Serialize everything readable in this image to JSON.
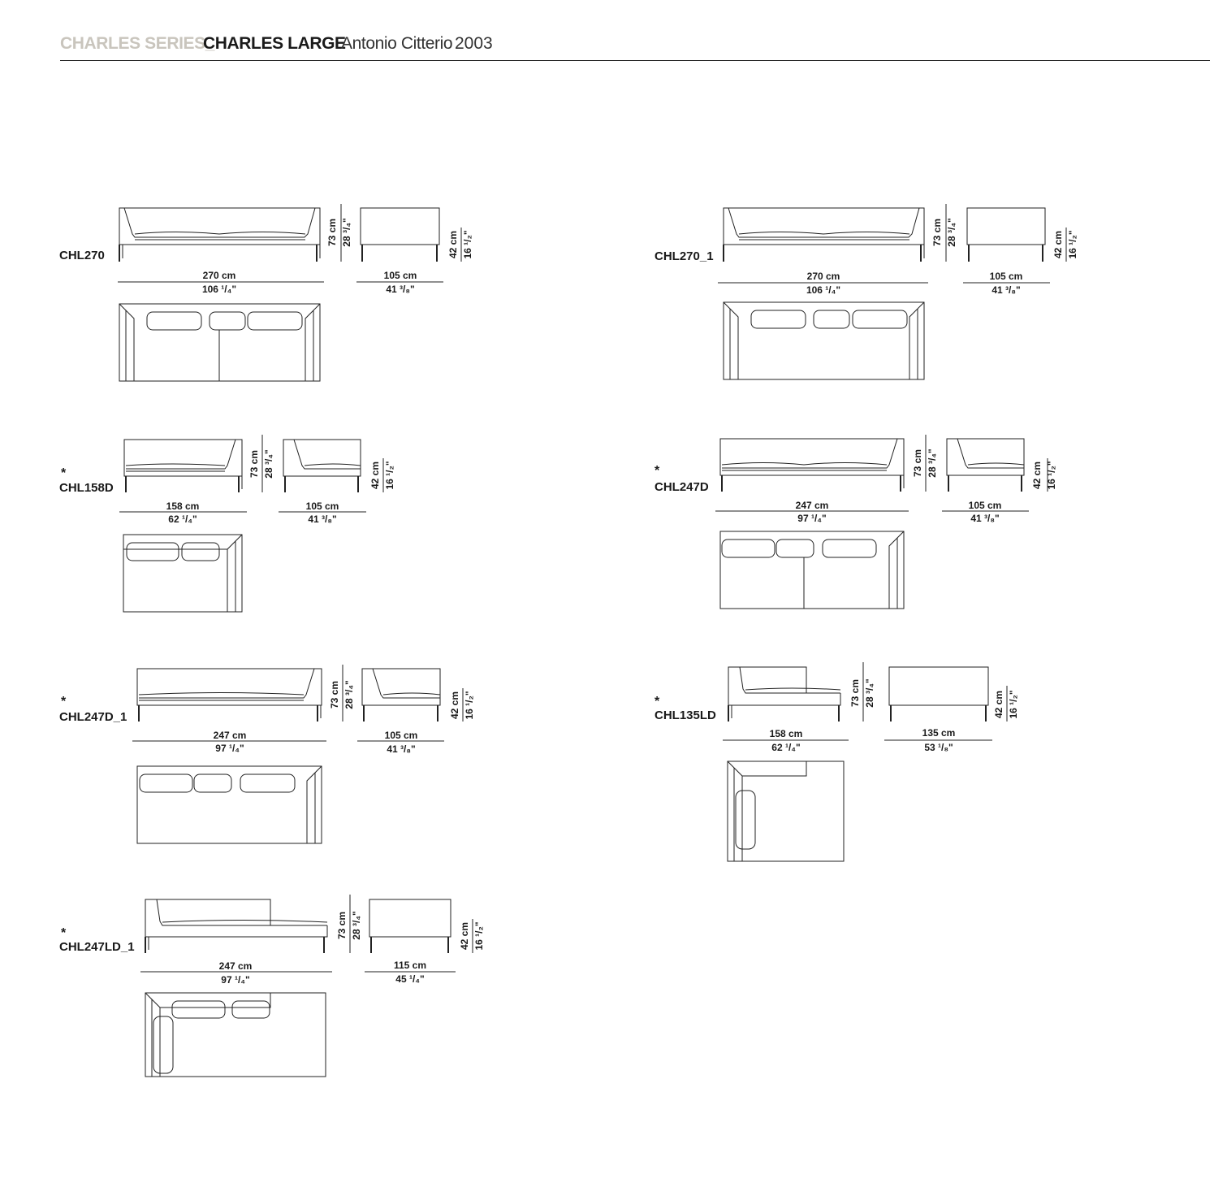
{
  "header": {
    "series": "CHARLES SERIES_",
    "model": "CHARLES LARGE",
    "designer": "Antonio Citterio",
    "year": "2003"
  },
  "colors": {
    "series_text": "#c9c5bd",
    "line": "#222222"
  },
  "models": [
    {
      "code": "CHL270",
      "star": "",
      "height": {
        "cm": "73 cm",
        "in": "28 ³/₄\""
      },
      "seat": {
        "cm": "42 cm",
        "in": "16 ¹/₂\""
      },
      "width": {
        "cm": "270 cm",
        "in": "106 ¹/₄\""
      },
      "depth": {
        "cm": "105 cm",
        "in": "41 ³/₈\""
      }
    },
    {
      "code": "CHL270_1",
      "star": "",
      "height": {
        "cm": "73 cm",
        "in": "28 ³/₄\""
      },
      "seat": {
        "cm": "42 cm",
        "in": "16 ¹/₂\""
      },
      "width": {
        "cm": "270 cm",
        "in": "106 ¹/₄\""
      },
      "depth": {
        "cm": "105 cm",
        "in": "41 ³/₈\""
      }
    },
    {
      "code": "CHL158D",
      "star": "*",
      "height": {
        "cm": "73 cm",
        "in": "28 ³/₄\""
      },
      "seat": {
        "cm": "42 cm",
        "in": "16 ¹/₂\""
      },
      "width": {
        "cm": "158 cm",
        "in": "62 ¹/₄\""
      },
      "depth": {
        "cm": "105 cm",
        "in": "41 ³/₈\""
      }
    },
    {
      "code": "CHL247D",
      "star": "*",
      "height": {
        "cm": "73 cm",
        "in": "28 ³/₄\""
      },
      "seat": {
        "cm": "42 cm",
        "in": "16 ¹/₂\""
      },
      "width": {
        "cm": "247 cm",
        "in": "97 ¹/₄\""
      },
      "depth": {
        "cm": "105 cm",
        "in": "41 ³/₈\""
      }
    },
    {
      "code": "CHL247D_1",
      "star": "*",
      "height": {
        "cm": "73 cm",
        "in": "28 ³/₄\""
      },
      "seat": {
        "cm": "42 cm",
        "in": "16 ¹/₂\""
      },
      "width": {
        "cm": "247 cm",
        "in": "97 ¹/₄\""
      },
      "depth": {
        "cm": "105 cm",
        "in": "41 ³/₈\""
      }
    },
    {
      "code": "CHL135LD",
      "star": "*",
      "height": {
        "cm": "73 cm",
        "in": "28 ³/₄\""
      },
      "seat": {
        "cm": "42 cm",
        "in": "16 ¹/₂\""
      },
      "width": {
        "cm": "158 cm",
        "in": "62 ¹/₄\""
      },
      "depth": {
        "cm": "135 cm",
        "in": "53 ¹/₈\""
      }
    },
    {
      "code": "CHL247LD_1",
      "star": "*",
      "height": {
        "cm": "73 cm",
        "in": "28 ³/₄\""
      },
      "seat": {
        "cm": "42 cm",
        "in": "16 ¹/₂\""
      },
      "width": {
        "cm": "247 cm",
        "in": "97 ¹/₄\""
      },
      "depth": {
        "cm": "115 cm",
        "in": "45 ¹/₄\""
      }
    }
  ]
}
